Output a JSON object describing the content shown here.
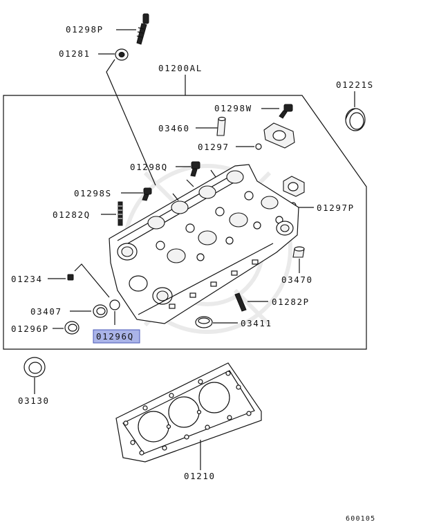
{
  "diagram": {
    "part_labels": {
      "p01298P": "01298P",
      "p01281": "01281",
      "p01200AL": "01200AL",
      "p01221S": "01221S",
      "p01298W": "01298W",
      "p03460": "03460",
      "p01297": "01297",
      "p01298Q": "01298Q",
      "p01298S": "01298S",
      "p01297P": "01297P",
      "p01282Q": "01282Q",
      "p01234": "01234",
      "p03470": "03470",
      "p03407": "03407",
      "p01282P": "01282P",
      "p01296P": "01296P",
      "p03411": "03411",
      "p01296Q": "01296Q",
      "p03130": "03130",
      "p01210": "01210"
    },
    "highlighted_part": "01296Q",
    "highlight_color": "#aab4e8",
    "footer_code": "600105"
  }
}
